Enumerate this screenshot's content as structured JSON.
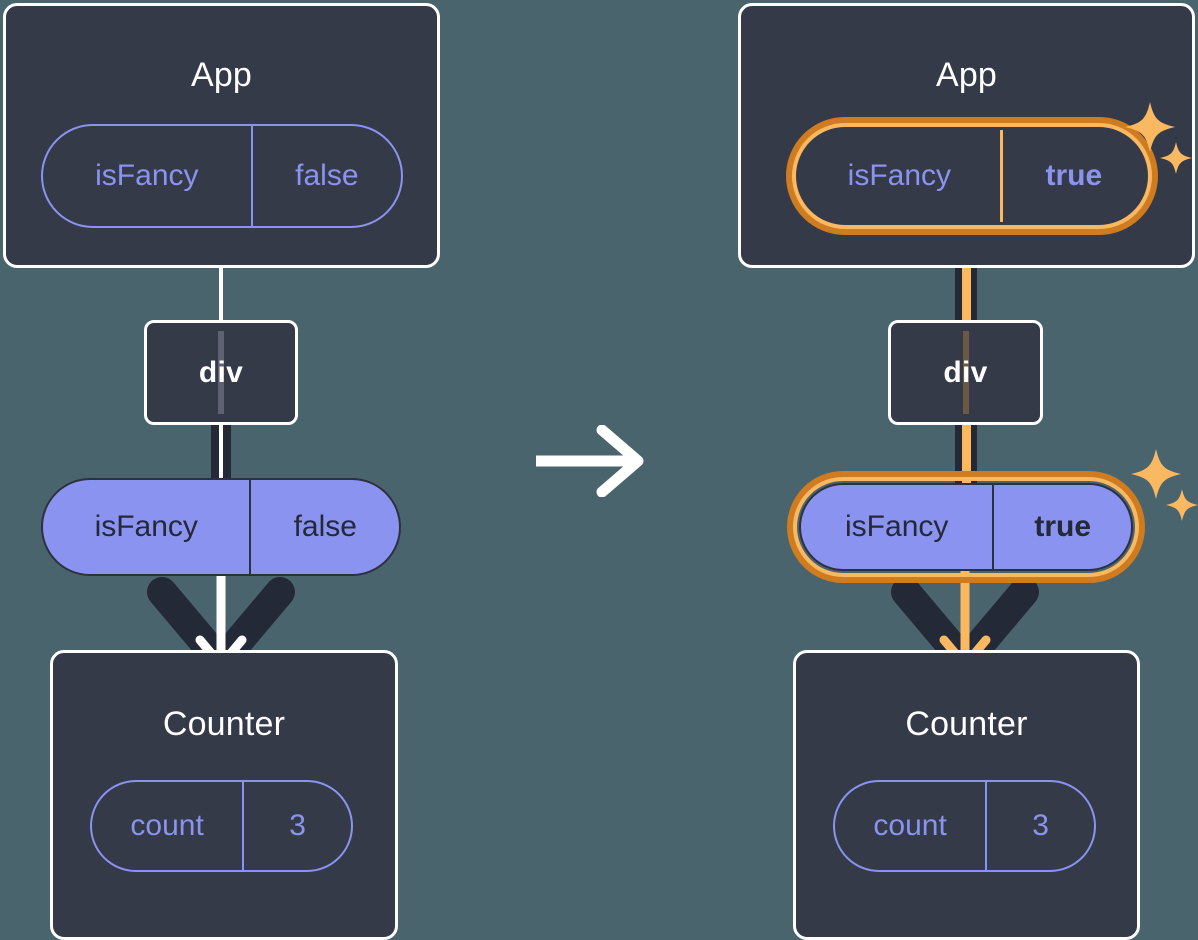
{
  "figure": {
    "type": "state-propagation-diagram",
    "description": "React state tree before and after isFancy changes from false to true",
    "transition_icon": "right-arrow-icon"
  },
  "colors": {
    "background": "#4a646d",
    "node_fill": "#353a49",
    "node_border": "#ffffff",
    "accent_purple": "#8b93f0",
    "highlight_outer": "#cf7b20",
    "highlight_inner": "#fab860",
    "wire_dark": "#242938"
  },
  "panels": [
    {
      "id": "before",
      "app": {
        "title": "App",
        "state_pill": {
          "key": "isFancy",
          "value": "false",
          "style": "outline",
          "highlighted": false,
          "bold_value": false
        }
      },
      "div": {
        "label": "div"
      },
      "prop_pill": {
        "key": "isFancy",
        "value": "false",
        "style": "filled",
        "highlighted": false,
        "bold_value": false
      },
      "counter": {
        "title": "Counter",
        "state_pill": {
          "key": "count",
          "value": "3",
          "style": "outline",
          "highlighted": false,
          "bold_value": false
        }
      },
      "arrow_color": "#ffffff",
      "wire_color": "#ffffff",
      "sparkles": false
    },
    {
      "id": "after",
      "app": {
        "title": "App",
        "state_pill": {
          "key": "isFancy",
          "value": "true",
          "style": "outline",
          "highlighted": true,
          "bold_value": true
        }
      },
      "div": {
        "label": "div"
      },
      "prop_pill": {
        "key": "isFancy",
        "value": "true",
        "style": "filled",
        "highlighted": true,
        "bold_value": true
      },
      "counter": {
        "title": "Counter",
        "state_pill": {
          "key": "count",
          "value": "3",
          "style": "outline",
          "highlighted": false,
          "bold_value": false
        }
      },
      "arrow_color": "#fab860",
      "wire_color": "#fab860",
      "sparkles": true
    }
  ]
}
